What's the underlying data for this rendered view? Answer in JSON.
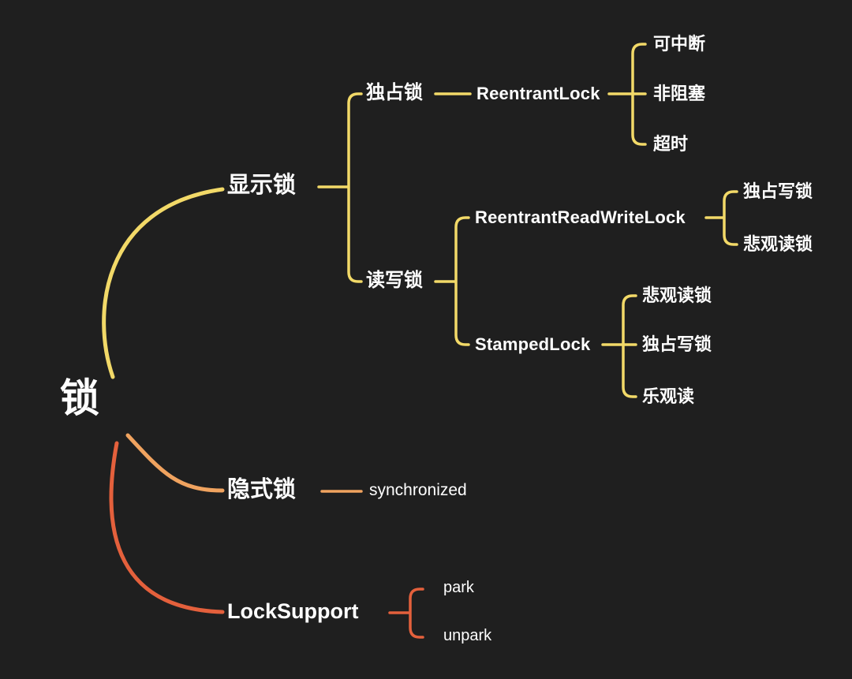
{
  "diagram_title": "锁 (Lock) mind map",
  "colors": {
    "background": "#1f1f1f",
    "text": "#ffffff",
    "yellow": "#f2d968",
    "orange": "#f0a35f",
    "red": "#e4603c"
  },
  "nodes": {
    "root": "锁",
    "explicit_lock": "显示锁",
    "exclusive_lock": "独占锁",
    "reentrant_lock": "ReentrantLock",
    "interruptible": "可中断",
    "non_blocking": "非阻塞",
    "timeout": "超时",
    "read_write_lock": "读写锁",
    "reentrant_read_write_lock": "ReentrantReadWriteLock",
    "rrwl_exclusive_write_lock": "独占写锁",
    "rrwl_pessimistic_read_lock": "悲观读锁",
    "stamped_lock": "StampedLock",
    "stamped_pessimistic_read_lock": "悲观读锁",
    "stamped_exclusive_write_lock": "独占写锁",
    "stamped_optimistic_read": "乐观读",
    "implicit_lock": "隐式锁",
    "synchronized": "synchronized",
    "lock_support": "LockSupport",
    "park": "park",
    "unpark": "unpark"
  }
}
